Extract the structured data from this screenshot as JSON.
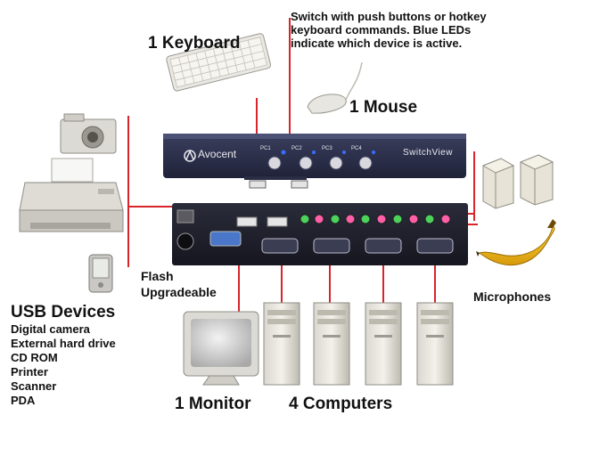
{
  "callouts": {
    "keyboard": "1 Keyboard",
    "mouse": "1 Mouse",
    "switch_note": [
      "Switch with push buttons or hotkey",
      "keyboard commands. Blue LEDs",
      "indicate which device is active."
    ],
    "flash": [
      "Flash",
      "Upgradeable"
    ],
    "microphones": "Microphones",
    "monitor": "1 Monitor",
    "computers": "4 Computers"
  },
  "usb": {
    "title": "USB Devices",
    "items": [
      "Digital camera",
      "External hard drive",
      "CD ROM",
      "Printer",
      "Scanner",
      "PDA"
    ]
  },
  "device": {
    "brand": "Avocent",
    "model": "SwitchView",
    "ports": [
      "PC1",
      "PC2",
      "PC3",
      "PC4"
    ]
  },
  "colors": {
    "line": "#d8242b",
    "chassis": "#2b2f4a",
    "led": "#3b6cff",
    "banana": "#f2c21a"
  },
  "icons": [
    "keyboard-icon",
    "mouse-icon",
    "camera-icon",
    "printer-icon",
    "pda-icon",
    "monitor-icon",
    "computer-tower-icon",
    "speaker-icon",
    "banana-icon",
    "kvm-switch-icon"
  ]
}
